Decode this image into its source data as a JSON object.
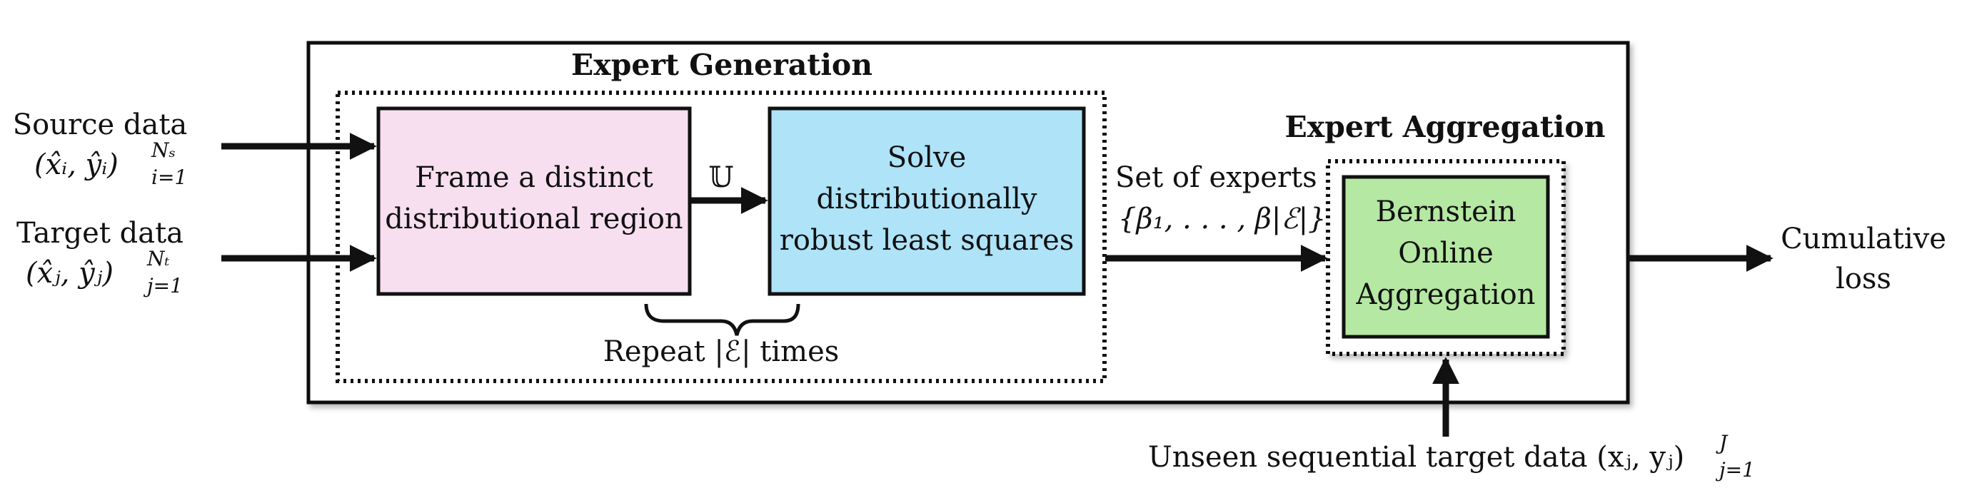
{
  "colors": {
    "frame_fill": "#f7dff0",
    "solve_fill": "#aee3f8",
    "bernstein_fill": "#b5e8a2",
    "stroke": "#111111"
  },
  "title_generation": "Expert Generation",
  "title_aggregation": "Expert Aggregation",
  "source": {
    "label": "Source data",
    "formula": "(x̂ᵢ, ŷᵢ)",
    "sup": "Nₛ",
    "sub": "i=1"
  },
  "target": {
    "label": "Target data",
    "formula": "(x̂ⱼ, ŷⱼ)",
    "sup": "Nₜ",
    "sub": "j=1"
  },
  "frame_box": {
    "line1": "Frame a distinct",
    "line2": "distributional region"
  },
  "u_symbol": "𝕌",
  "solve_box": {
    "line1": "Solve",
    "line2": "distributionally",
    "line3": "robust least squares"
  },
  "repeat_label": "Repeat |ℰ| times",
  "experts": {
    "line1": "Set of experts",
    "line2": "{β₁, . . . , β|ℰ|}"
  },
  "bernstein_box": {
    "line1": "Bernstein",
    "line2": "Online",
    "line3": "Aggregation"
  },
  "output": {
    "line1": "Cumulative",
    "line2": "loss"
  },
  "unseen": {
    "label": "Unseen sequential target data (xⱼ, yⱼ)",
    "sup": "J",
    "sub": "j=1"
  }
}
